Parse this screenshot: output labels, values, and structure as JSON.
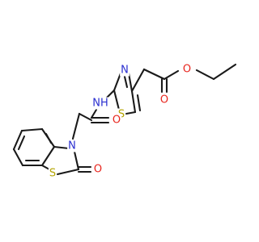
{
  "colors": {
    "bond": "#1a1a1a",
    "oxygen": "#e8251d",
    "nitrogen": "#2a2fd0",
    "sulfur": "#b4a400"
  },
  "atoms": {
    "o_ester_carbonyl": "O",
    "o_ester": "O",
    "n_thiazole": "N",
    "s_thiazole": "S",
    "nh_amide": "NH",
    "o_amide": "O",
    "n_benzothiazolone": "N",
    "s_benzothiazolone": "S",
    "o_benzothiazolone": "O"
  }
}
